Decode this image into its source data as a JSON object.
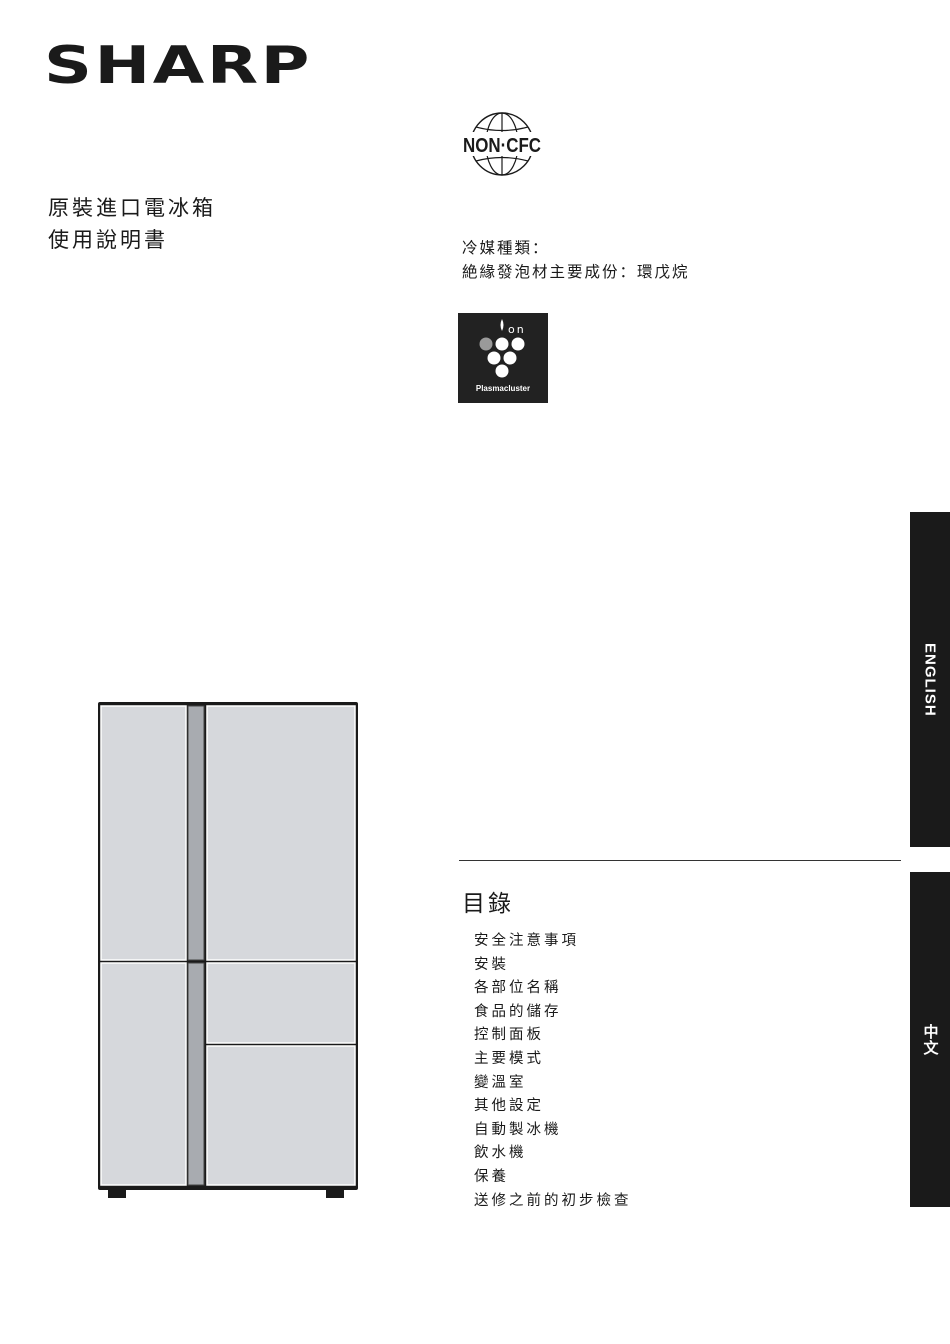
{
  "brand": {
    "name": "SHARP"
  },
  "document": {
    "title_line1": "原裝進口電冰箱",
    "title_line2": "使用說明書"
  },
  "badges": {
    "noncfc_text": "NON·CFC",
    "plasmacluster_text": "Plasmacluster",
    "plasmacluster_ion_text": "on"
  },
  "info": {
    "refrigerant": "冷媒種類：",
    "insulation": "絶緣發泡材主要成份：環戊烷"
  },
  "language_tabs": [
    {
      "label": "ENGLISH"
    },
    {
      "label": "中文"
    }
  ],
  "toc": {
    "heading": "目錄",
    "items": [
      "安全注意事項",
      "安裝",
      "各部位名稱",
      "食品的儲存",
      "控制面板",
      "主要模式",
      "變溫室",
      "其他設定",
      "自動製冰機",
      "飲水機",
      "保養",
      "送修之前的初步檢查"
    ]
  },
  "colors": {
    "ink": "#1a1a1a",
    "tab_background": "#1a1a1a",
    "fridge_panel": "#d6d8dc",
    "fridge_center_strip": "#a8abb0",
    "plasmacluster_background": "#222222",
    "plasmacluster_grey_dot": "#9a9a9a"
  }
}
